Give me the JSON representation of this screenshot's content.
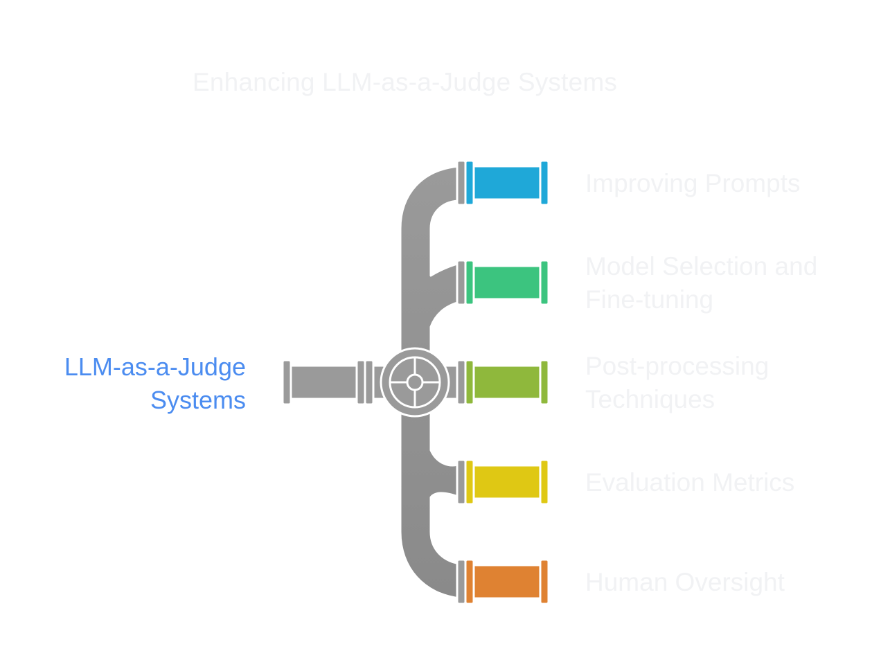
{
  "title": "Enhancing LLM-as-a-Judge Systems",
  "source": {
    "label": "LLM-as-a-Judge Systems"
  },
  "branches": [
    {
      "label": "Improving Prompts",
      "color": "#1fa8d8"
    },
    {
      "label": "Model Selection and Fine-tuning",
      "color": "#3cc47f"
    },
    {
      "label": "Post-processing Techniques",
      "color": "#8fb83c"
    },
    {
      "label": "Evaluation Metrics",
      "color": "#dfc814"
    },
    {
      "label": "Human Oversight",
      "color": "#df8232"
    }
  ],
  "colors": {
    "pipe": "#8e8e8e",
    "pipe_light": "#9a9a9a",
    "source_text": "#4b8cf0",
    "faded_text": "#f1f2f4"
  },
  "icons": {
    "valve": "crosshair-valve-icon"
  }
}
